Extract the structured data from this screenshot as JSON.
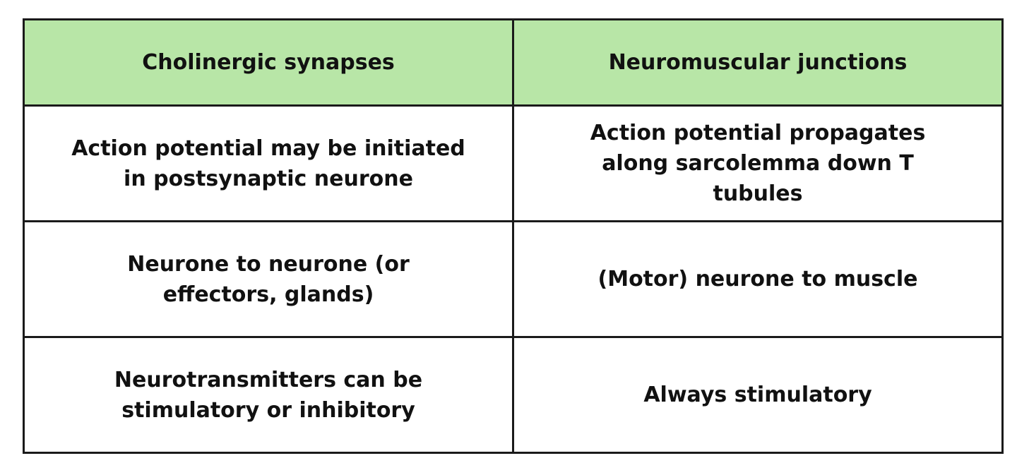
{
  "table": {
    "header_color": "#b8e6a7",
    "headers": [
      "Cholinergic synapses",
      "Neuromuscular junctions"
    ],
    "rows": [
      [
        "Action potential may be initiated in postsynaptic neurone",
        "Action potential propagates along sarcolemma down T tubules"
      ],
      [
        "Neurone to neurone (or effectors, glands)",
        "(Motor) neurone to muscle"
      ],
      [
        "Neurotransmitters can be stimulatory or inhibitory",
        "Always stimulatory"
      ]
    ]
  }
}
